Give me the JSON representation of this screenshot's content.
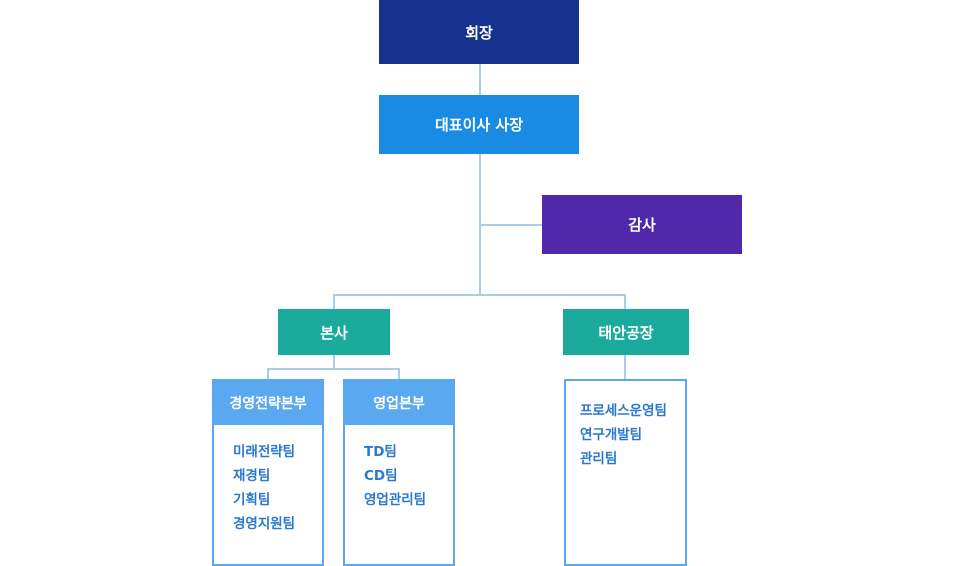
{
  "chairman": {
    "label": "회장",
    "color": "#17318f"
  },
  "ceo": {
    "label": "대표이사 사장",
    "color": "#1a8be3"
  },
  "audit": {
    "label": "감사",
    "color": "#5128aa"
  },
  "headquarters": {
    "label": "본사",
    "color": "#1aab9c",
    "divisions": [
      {
        "label": "경영전략본부",
        "teams": [
          "미래전략팀",
          "재경팀",
          "기획팀",
          "경영지원팀"
        ]
      },
      {
        "label": "영업본부",
        "teams": [
          "TD팀",
          "CD팀",
          "영업관리팀"
        ]
      }
    ]
  },
  "taean_plant": {
    "label": "태안공장",
    "color": "#1aab9c",
    "teams": [
      "프로세스운영팀",
      "연구개발팀",
      "관리팀"
    ]
  },
  "colors": {
    "connector": "#a9cde6",
    "division": "#5aa8ef",
    "team_text": "#2a78cf"
  }
}
